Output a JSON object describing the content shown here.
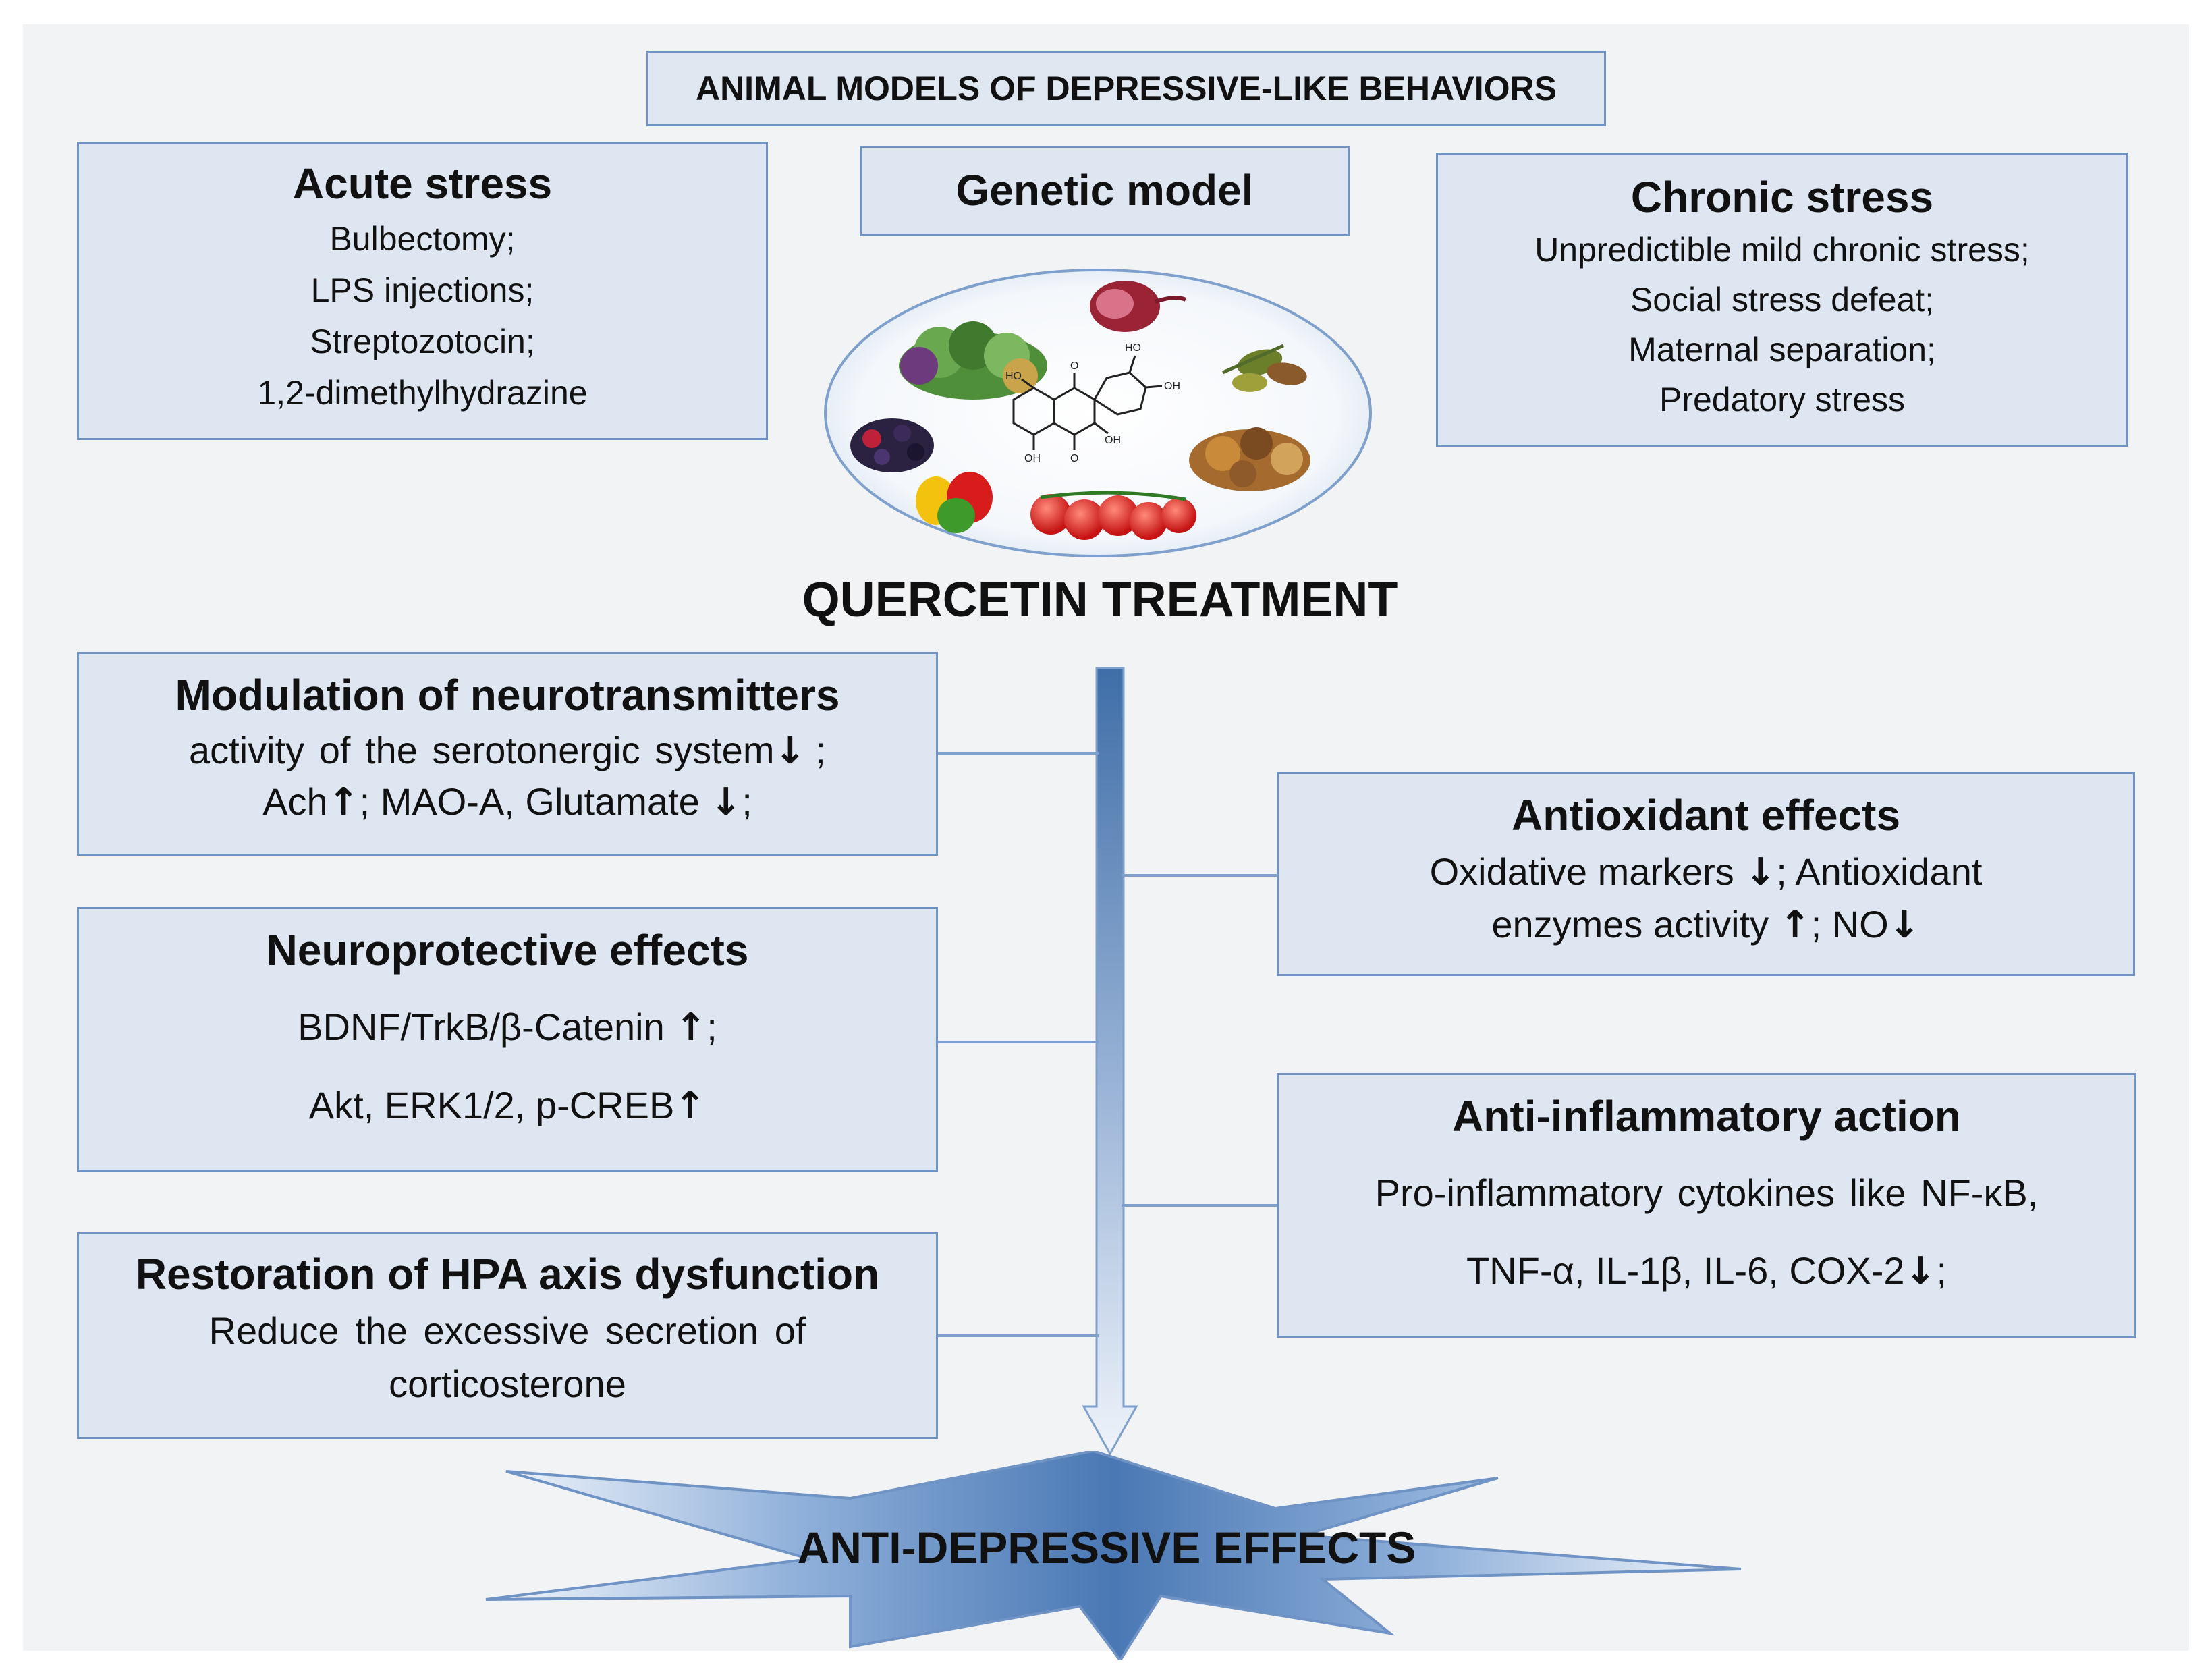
{
  "header": {
    "title": "ANIMAL MODELS OF DEPRESSIVE-LIKE BEHAVIORS"
  },
  "models": {
    "acute": {
      "title": "Acute stress",
      "items": [
        "Bulbectomy;",
        "LPS injections;",
        "Streptozotocin;",
        "1,2-dimethylhydrazine"
      ]
    },
    "genetic": {
      "title": "Genetic model"
    },
    "chronic": {
      "title": "Chronic stress",
      "items": [
        "Unpredictible mild chronic stress;",
        "Social stress defeat;",
        "Maternal separation;",
        "Predatory stress"
      ]
    }
  },
  "treatment": {
    "title": "QUERCETIN TREATMENT"
  },
  "effects": {
    "neurotransmitters": {
      "title": "Modulation of neurotransmitters",
      "line1": "activity of the serotonergic system",
      "line1_arrow": "↓",
      "line1_end": ";",
      "line2_a": "Ach",
      "line2_arrow1": "↑",
      "line2_b": "; MAO-A, Glutamate ",
      "line2_arrow2": "↓",
      "line2_end": ";"
    },
    "neuroprotective": {
      "title": "Neuroprotective effects",
      "line1": "BDNF/TrkB/β-Catenin ",
      "line1_arrow": "↑",
      "line1_end": ";",
      "line2": "Akt, ERK1/2, p-CREB",
      "line2_arrow": "↑"
    },
    "hpa": {
      "title": "Restoration of HPA axis dysfunction",
      "line1": "Reduce the excessive secretion of",
      "line2": "corticosterone"
    },
    "antioxidant": {
      "title": "Antioxidant effects",
      "line1_a": "Oxidative markers ",
      "line1_arrow": "↓",
      "line1_b": "; Antioxidant",
      "line2_a": "enzymes activity ",
      "line2_arrow1": "↑",
      "line2_b": "; NO",
      "line2_arrow2": "↓"
    },
    "antiinflammatory": {
      "title": "Anti-inflammatory action",
      "line1": "Pro-inflammatory cytokines like NF-κB,",
      "line2": "TNF-α, IL-1β, IL-6, COX-2",
      "line2_arrow": "↓",
      "line2_end": ";"
    }
  },
  "outcome": {
    "title": "ANTI-DEPRESSIVE EFFECTS"
  },
  "molecule_labels": {
    "ho1": "HO",
    "ho2": "HO",
    "oh1": "OH",
    "oh2": "OH",
    "oh3": "OH",
    "o1": "O",
    "o2": "O"
  },
  "colors": {
    "panel_fill": "#dde6f1",
    "panel_border": "#6f93c4",
    "arrow_dark": "#3f6ea8",
    "arrow_light": "#eef3fa",
    "star_dark": "#4a78b4"
  }
}
